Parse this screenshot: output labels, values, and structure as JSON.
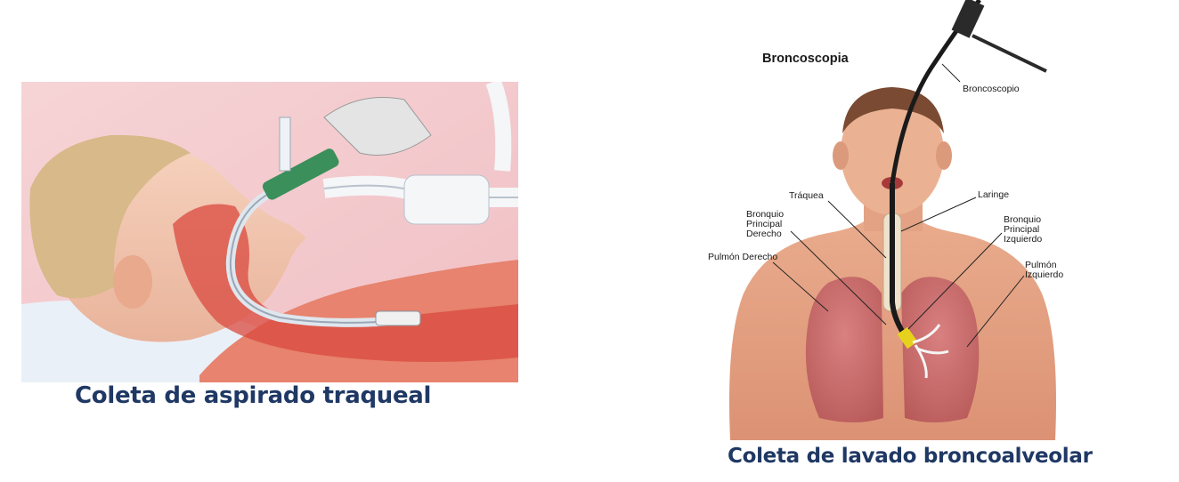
{
  "left_figure": {
    "caption": "Coleta de aspirado traqueal"
  },
  "right_figure": {
    "title": "Broncoscopia",
    "labels": {
      "broncoscopio": "Broncoscopio",
      "traquea": "Tráquea",
      "laringe": "Laringe",
      "bronquio_derecho": [
        "Bronquio",
        "Principal",
        "Derecho"
      ],
      "bronquio_izquierdo": [
        "Bronquio",
        "Principal",
        "Izquierdo"
      ],
      "pulmon_derecho": "Pulmón Derecho",
      "pulmon_izquierdo": [
        "Pulmón",
        "Izquierdo"
      ]
    },
    "caption": "Coleta de lavado broncoalveolar"
  },
  "colors": {
    "caption_text": "#1f3864",
    "skin": "#e8a487",
    "lung": "#c96a6a",
    "background_left": "#f3c9cf"
  }
}
